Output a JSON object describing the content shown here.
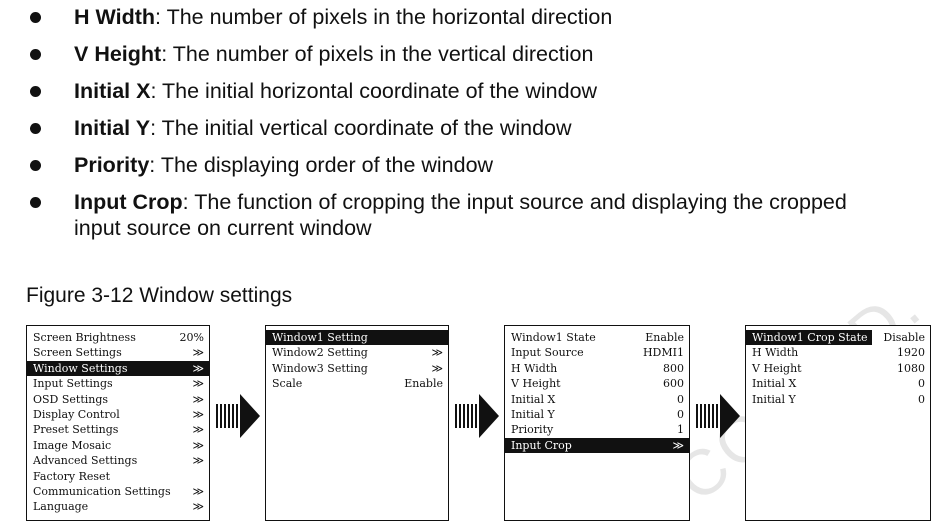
{
  "bullets": [
    {
      "term": "H Width",
      "desc": ": The number of pixels in the horizontal direction"
    },
    {
      "term": "V Height",
      "desc": ": The number of pixels in the vertical direction"
    },
    {
      "term": "Initial X",
      "desc": ": The initial horizontal coordinate of the window"
    },
    {
      "term": "Initial Y",
      "desc": ": The initial vertical coordinate of the window"
    },
    {
      "term": "Priority",
      "desc": ": The displaying order of the window"
    },
    {
      "term": "Input Crop",
      "desc": ": The function of cropping the input source and displaying the cropped input source on current window"
    }
  ],
  "figure_caption": "Figure 3-12 Window settings",
  "panels": {
    "main_menu": [
      {
        "label": "Screen Brightness",
        "value": "20%"
      },
      {
        "label": "Screen Settings",
        "value": "≫"
      },
      {
        "label": "Window Settings",
        "value": "≫"
      },
      {
        "label": "Input Settings",
        "value": "≫"
      },
      {
        "label": "OSD Settings",
        "value": "≫"
      },
      {
        "label": "Display Control",
        "value": "≫"
      },
      {
        "label": "Preset Settings",
        "value": "≫"
      },
      {
        "label": "Image Mosaic",
        "value": "≫"
      },
      {
        "label": "Advanced Settings",
        "value": "≫"
      },
      {
        "label": "Factory Reset",
        "value": ""
      },
      {
        "label": "Communication Settings",
        "value": "≫"
      },
      {
        "label": "Language",
        "value": "≫"
      }
    ],
    "window_menu": [
      {
        "label": "Window1 Setting",
        "value": ""
      },
      {
        "label": "Window2 Setting",
        "value": "≫"
      },
      {
        "label": "Window3 Setting",
        "value": "≫"
      },
      {
        "label": "Scale",
        "value": "Enable"
      }
    ],
    "window1_menu": [
      {
        "label": "Window1 State",
        "value": "Enable"
      },
      {
        "label": "Input Source",
        "value": "HDMI1"
      },
      {
        "label": "H Width",
        "value": "800"
      },
      {
        "label": "V Height",
        "value": "600"
      },
      {
        "label": "Initial X",
        "value": "0"
      },
      {
        "label": "Initial Y",
        "value": "0"
      },
      {
        "label": "Priority",
        "value": "1"
      },
      {
        "label": "Input Crop",
        "value": "≫"
      }
    ],
    "crop_menu": [
      {
        "label": "Window1 Crop State",
        "value": "Disable"
      },
      {
        "label": "H Width",
        "value": "1920"
      },
      {
        "label": "V Height",
        "value": "1080"
      },
      {
        "label": "Initial X",
        "value": "0"
      },
      {
        "label": "Initial Y",
        "value": "0"
      }
    ]
  },
  "watermark": "CO.,LTD."
}
